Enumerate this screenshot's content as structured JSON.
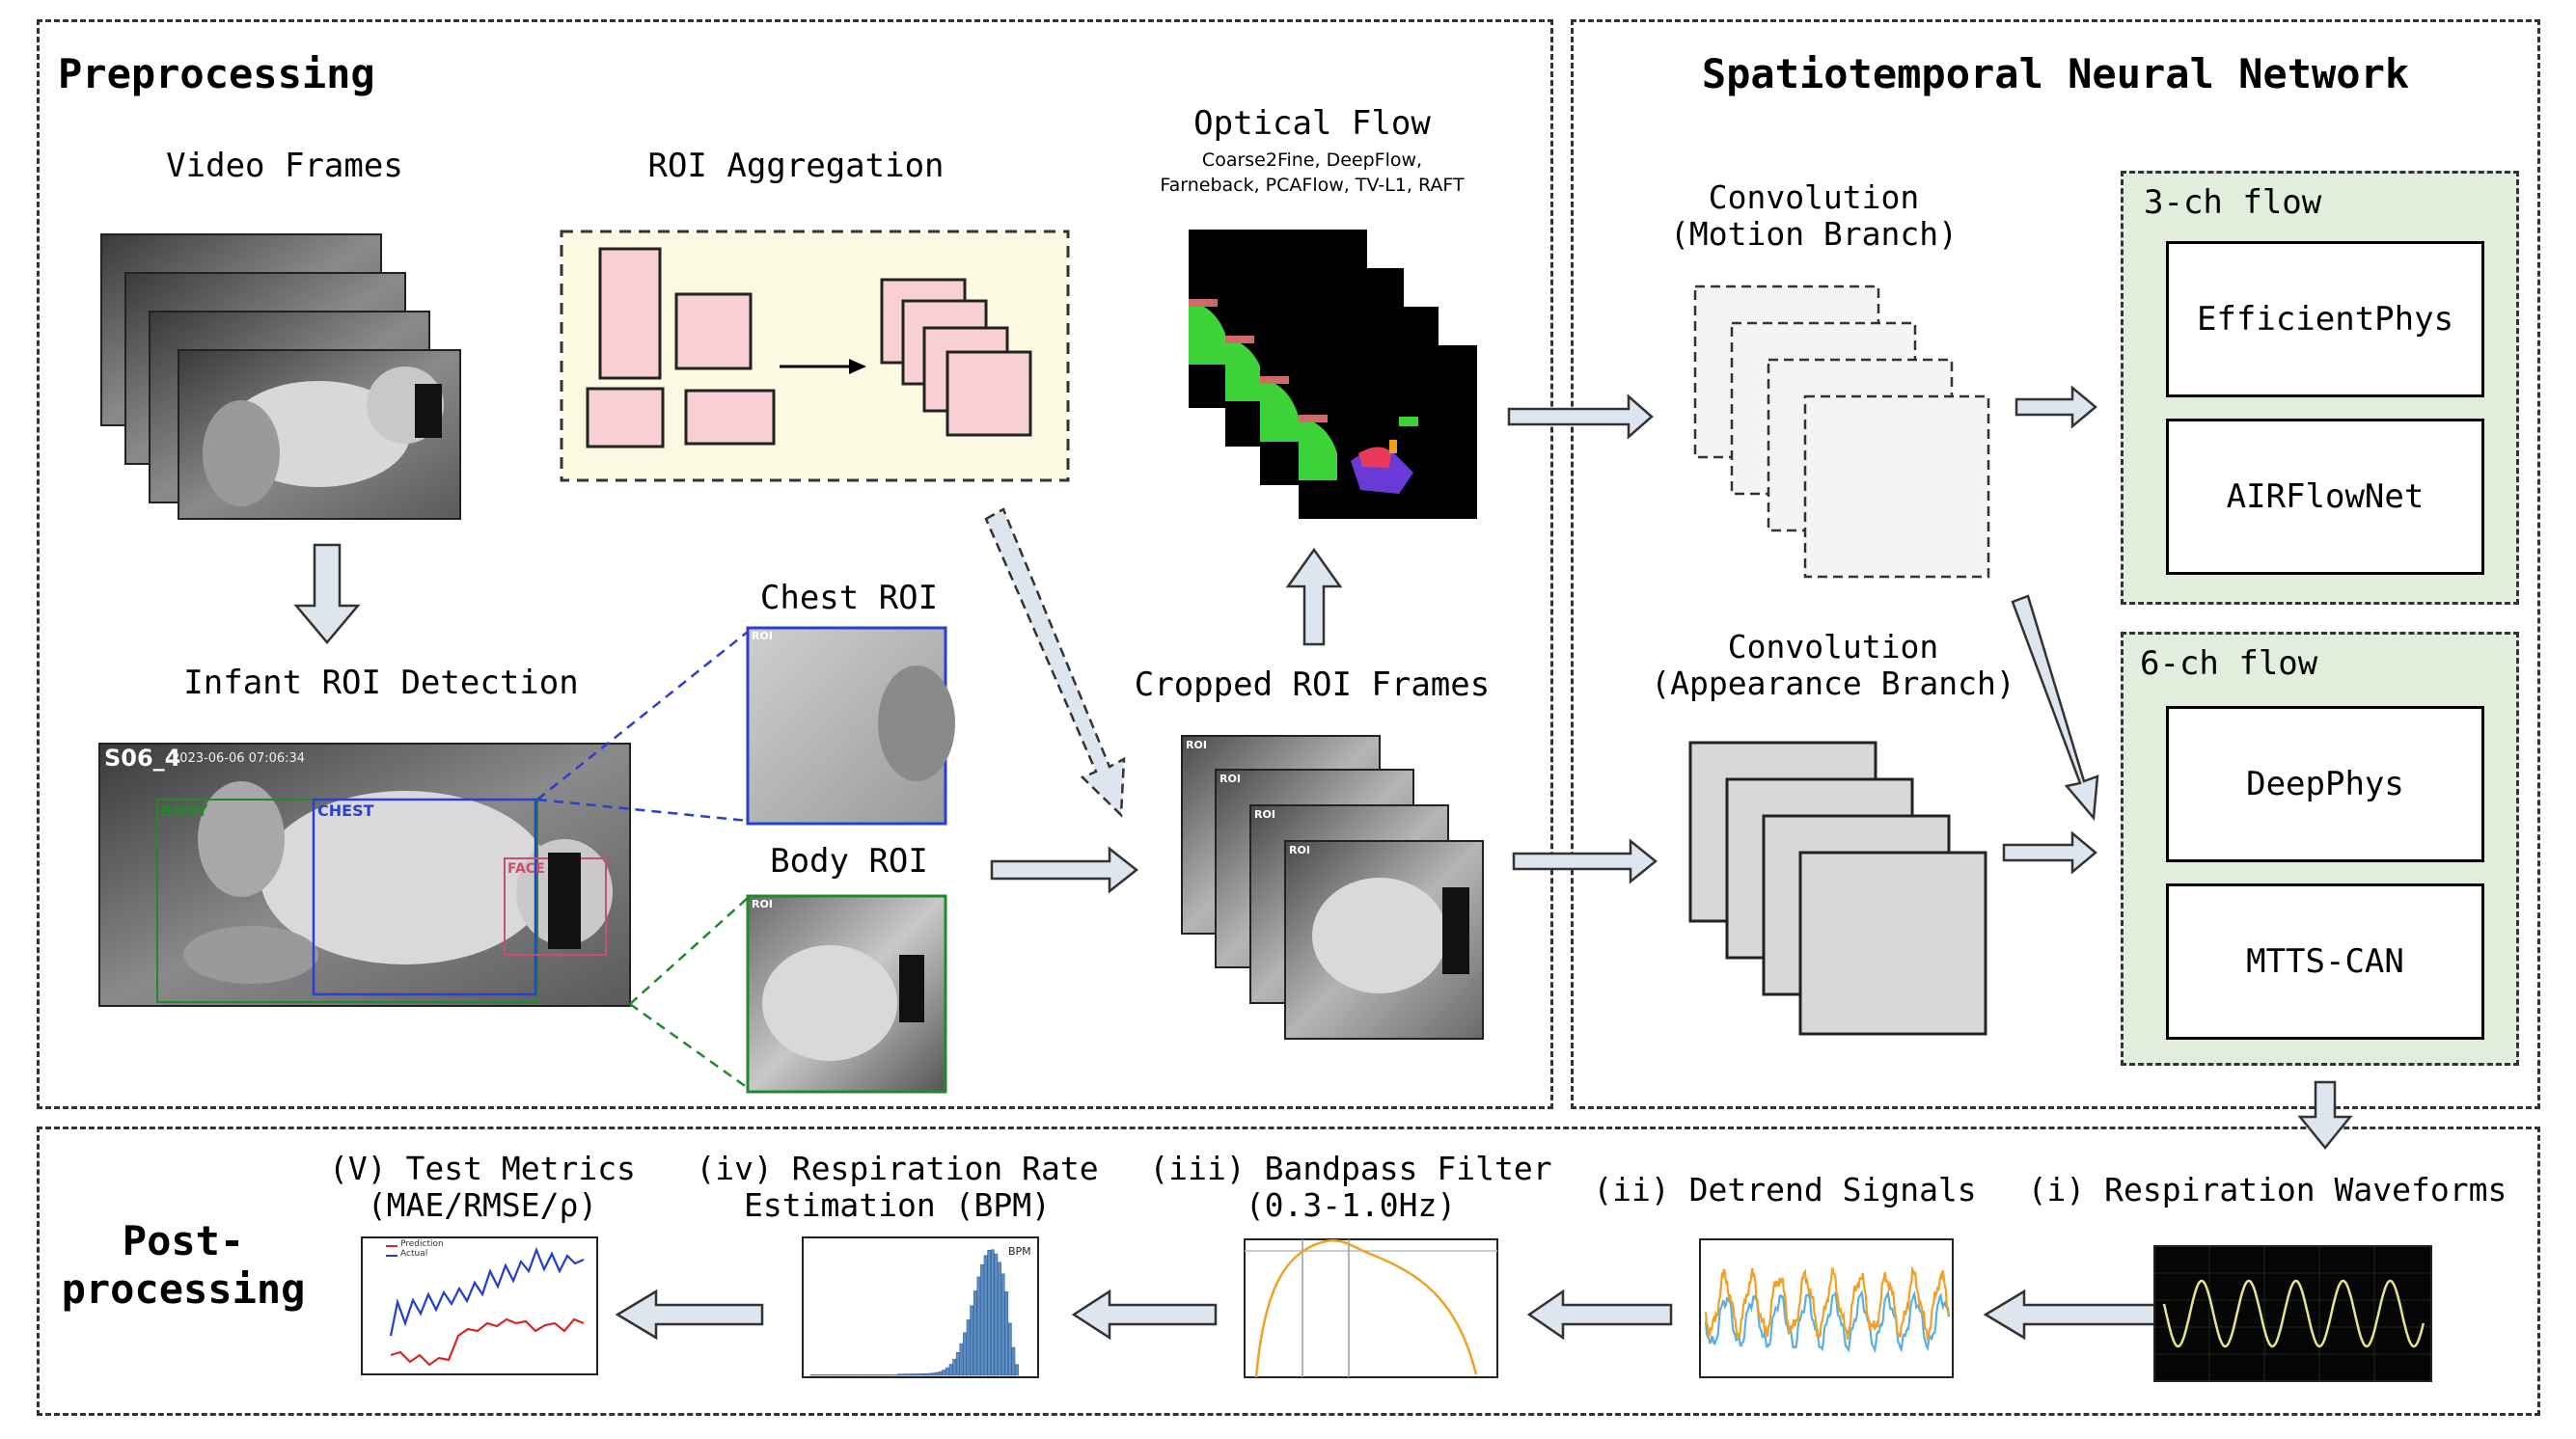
{
  "preprocessing": {
    "title": "Preprocessing",
    "video_frames": "Video Frames",
    "roi_aggregation": "ROI Aggregation",
    "optical_flow": "Optical Flow",
    "optical_flow_methods": "Coarse2Fine, DeepFlow,\nFarneback, PCAFlow, TV-L1, RAFT",
    "infant_roi_detection": "Infant ROI Detection",
    "chest_roi": "Chest ROI",
    "body_roi": "Body ROI",
    "cropped_roi_frames": "Cropped ROI Frames",
    "frame_id": "S06_4",
    "frame_timestamp": "2023-06-06 07:06:34",
    "chest_box_label": "CHEST",
    "body_box_label": "BODY",
    "face_box_label": "FACE",
    "roi_tag": "ROI"
  },
  "network": {
    "title": "Spatiotemporal Neural Network",
    "motion_branch": "Convolution\n(Motion Branch)",
    "appearance_branch": "Convolution\n(Appearance Branch)",
    "flow3": {
      "label": "3-ch flow",
      "models": [
        "EfficientPhys",
        "AIRFlowNet"
      ]
    },
    "flow6": {
      "label": "6-ch flow",
      "models": [
        "DeepPhys",
        "MTTS-CAN"
      ]
    }
  },
  "postprocessing": {
    "title": "Post-\nprocessing",
    "steps": [
      "(V) Test Metrics\n(MAE/RMSE/ρ)",
      "(iv) Respiration Rate\nEstimation (BPM)",
      "(iii) Bandpass Filter\n(0.3-1.0Hz)",
      "(ii) Detrend Signals",
      "(i) Respiration Waveforms"
    ],
    "legend": [
      "Prediction",
      "Actual"
    ],
    "hist_label": "BPM"
  },
  "colors": {
    "panel_border": "#333333",
    "roi_fill": "#f8d0d3",
    "aggregation_bg": "#fcf9e2",
    "flow_bg": "#e1eedb",
    "arrow_fill": "#dde5ee",
    "chest_blue": "#2a3fd0",
    "body_green": "#1f8a2a",
    "flow_green": "#3fd33a",
    "hist_blue": "#5b8ec7",
    "filter_orange": "#f0a024",
    "wave_yellow": "#e8e48a"
  }
}
